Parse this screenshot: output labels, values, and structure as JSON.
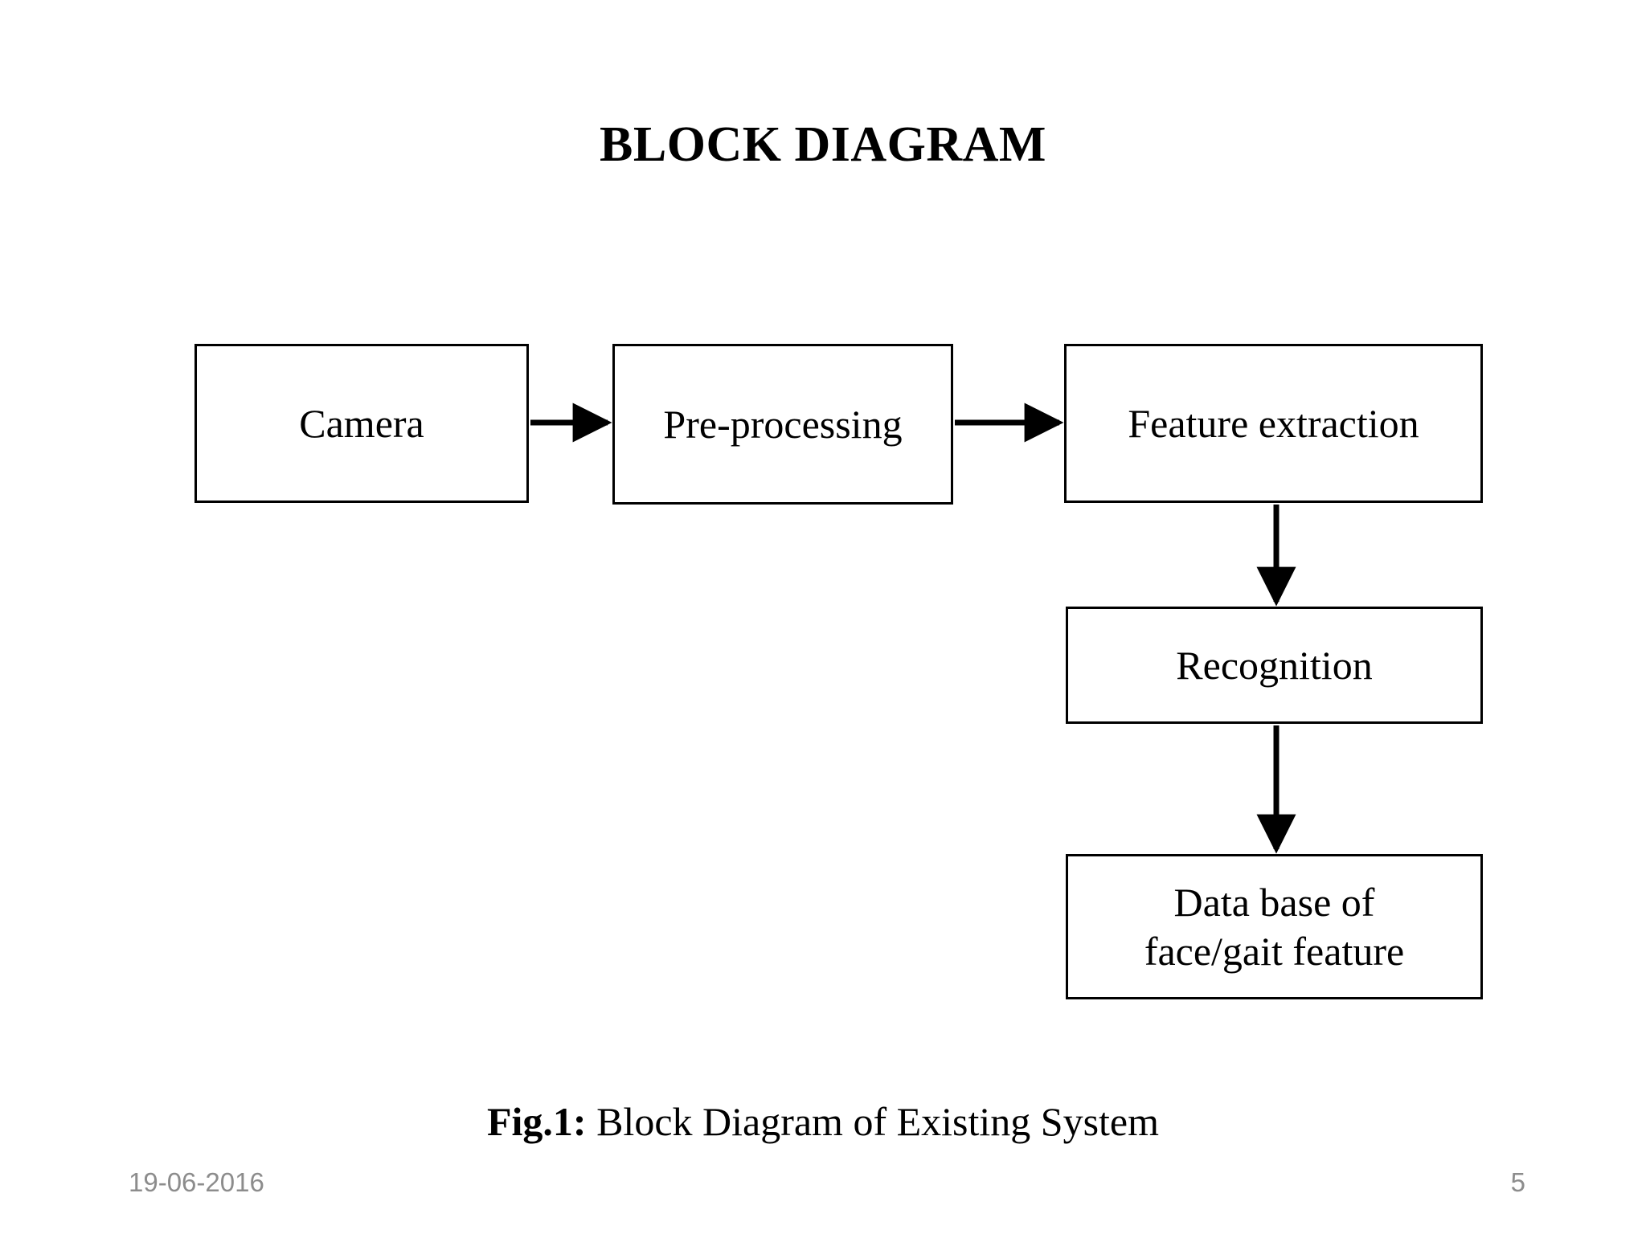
{
  "slide": {
    "title": "BLOCK DIAGRAM",
    "background_color": "#ffffff",
    "text_color": "#000000",
    "footer_color": "#8c8c8c"
  },
  "diagram": {
    "nodes": [
      {
        "id": "camera",
        "label": "Camera"
      },
      {
        "id": "preprocessing",
        "label": "Pre-processing"
      },
      {
        "id": "feature-extraction",
        "label": "Feature extraction"
      },
      {
        "id": "recognition",
        "label": "Recognition"
      },
      {
        "id": "database",
        "label": "Data base of\nface/gait feature"
      }
    ],
    "edges": [
      {
        "from": "camera",
        "to": "preprocessing",
        "direction": "right"
      },
      {
        "from": "preprocessing",
        "to": "feature-extraction",
        "direction": "right"
      },
      {
        "from": "feature-extraction",
        "to": "recognition",
        "direction": "down"
      },
      {
        "from": "recognition",
        "to": "database",
        "direction": "down"
      }
    ]
  },
  "caption": {
    "prefix": "Fig.1:",
    "text": " Block Diagram of Existing System"
  },
  "footer": {
    "date": "19-06-2016",
    "page_number": "5"
  }
}
